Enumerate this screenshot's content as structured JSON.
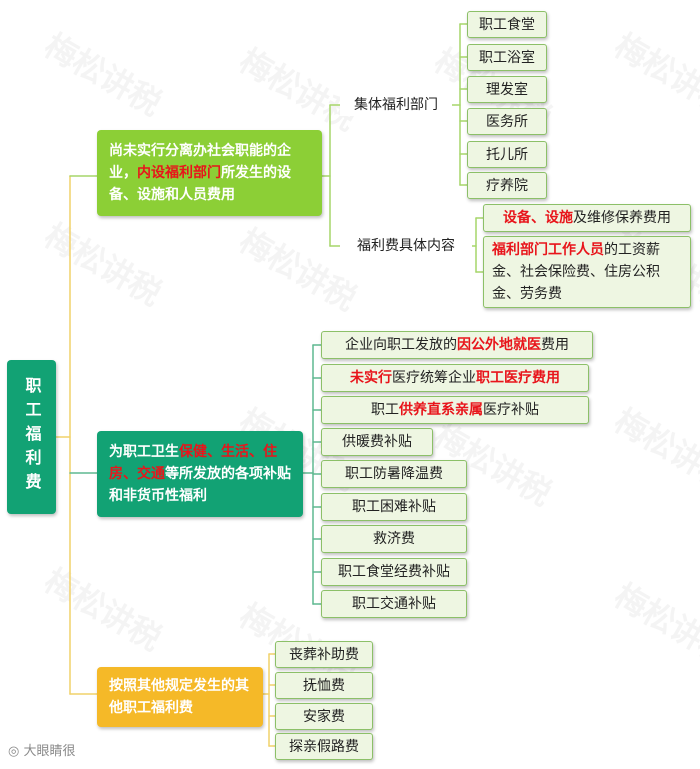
{
  "root": {
    "label": "职工福利费",
    "color": "#12a274"
  },
  "branch1": {
    "color": "#8ccf36",
    "parts": [
      "尚未实行分离办社会职能的企业，",
      "内设福利部门",
      "所发生的设备、设施和人员费用"
    ],
    "groups": {
      "departments": {
        "label": "集体福利部门",
        "items": [
          "职工食堂",
          "职工浴室",
          "理发室",
          "医务所",
          "托儿所",
          "疗养院"
        ]
      },
      "contents": {
        "label": "福利费具体内容",
        "item1": [
          "设备、设施",
          "及维修保养费用"
        ],
        "item2": [
          "福利部门工作人员",
          "的工资薪金、社会保险费、住房公积金、劳务费"
        ]
      }
    }
  },
  "branch2": {
    "color": "#12a274",
    "parts": [
      "为职工卫生",
      "保健、生活、住房、交通",
      "等所发放的各项补贴和非货币性福利"
    ],
    "items": [
      [
        "企业向职工发放的",
        "因公外地就医",
        "费用"
      ],
      [
        "",
        "未实行",
        "医疗统筹企业",
        "职工医疗费用"
      ],
      [
        "职工",
        "供养直系亲属",
        "医疗补贴"
      ],
      [
        "供暖费补贴"
      ],
      [
        "职工防暑降温费"
      ],
      [
        "职工困难补贴"
      ],
      [
        "救济费"
      ],
      [
        "职工食堂经费补贴"
      ],
      [
        "职工交通补贴"
      ]
    ]
  },
  "branch3": {
    "color": "#f5b928",
    "label": "按照其他规定发生的其他职工福利费",
    "items": [
      "丧葬补助费",
      "抚恤费",
      "安家费",
      "探亲假路费"
    ]
  },
  "watermark": "梅松讲税",
  "logo": "大眼睛很"
}
